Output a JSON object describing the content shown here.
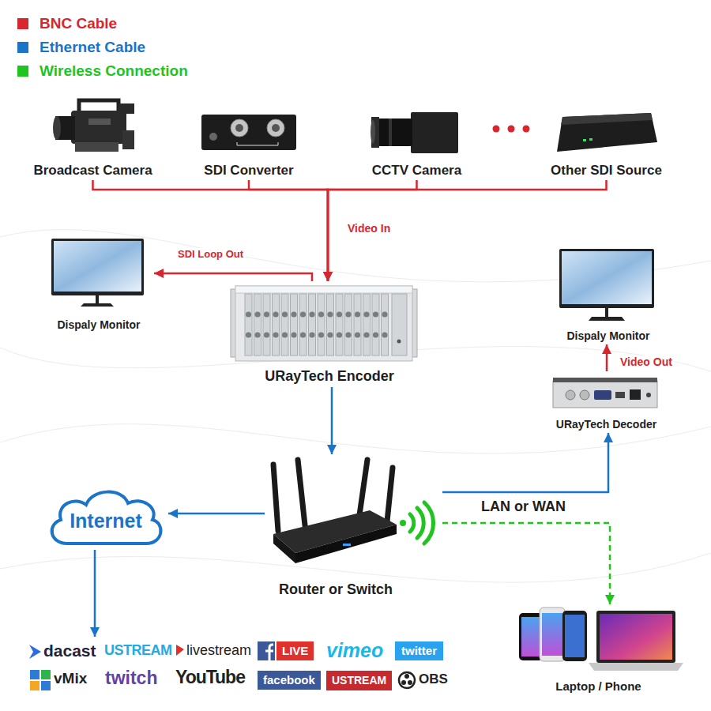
{
  "diagram": {
    "nodes": [
      {
        "text": [
          "Broadcast Camera"
        ]
      },
      {
        "text": [
          "SDI Converter"
        ]
      },
      {
        "text": [
          "CCTV Camera"
        ]
      },
      {
        "text": [
          "Other SDI Source"
        ]
      },
      {
        "text": [
          "Dispaly Monitor"
        ]
      },
      {
        "text": [
          "URayTech Encoder"
        ]
      },
      {
        "text": [
          "Dispaly Monitor"
        ]
      },
      {
        "text": [
          "URayTech Decoder"
        ]
      },
      {
        "text": [
          "Router or Switch"
        ]
      },
      {
        "text": [
          "Internet"
        ]
      },
      {
        "text": [
          "Laptop / Phone"
        ]
      },
      {
        "text": [
          "dacast",
          "USTREAM",
          "livestream",
          "LIVE",
          "vimeo",
          "twitter",
          "vMix",
          "twitch",
          "YouTube",
          "facebook",
          "USTREAM",
          "OBS"
        ]
      }
    ],
    "edges": [
      {
        "from": 0,
        "to": 5,
        "arrow": "to",
        "label": "Video In"
      },
      {
        "from": 1,
        "to": 5,
        "arrow": "to"
      },
      {
        "from": 2,
        "to": 5,
        "arrow": "to"
      },
      {
        "from": 3,
        "to": 5,
        "arrow": "to"
      },
      {
        "from": 5,
        "to": 4,
        "arrow": "to",
        "label": "SDI Loop Out"
      },
      {
        "from": 5,
        "to": 8,
        "arrow": "to"
      },
      {
        "from": 8,
        "to": 9,
        "arrow": "to"
      },
      {
        "from": 9,
        "to": 11,
        "arrow": "to"
      },
      {
        "from": 8,
        "to": 7,
        "arrow": "to",
        "label": "LAN or WAN"
      },
      {
        "from": 8,
        "to": 10,
        "arrow": "to"
      },
      {
        "from": 7,
        "to": 6,
        "arrow": "to",
        "label": "Video Out"
      }
    ],
    "legend": [
      {
        "text": "BNC Cable",
        "color": "#d7262e"
      },
      {
        "text": "Ethernet Cable",
        "color": "#1a75c9"
      },
      {
        "text": "Wireless Connection",
        "color": "#1fc41f"
      }
    ]
  }
}
